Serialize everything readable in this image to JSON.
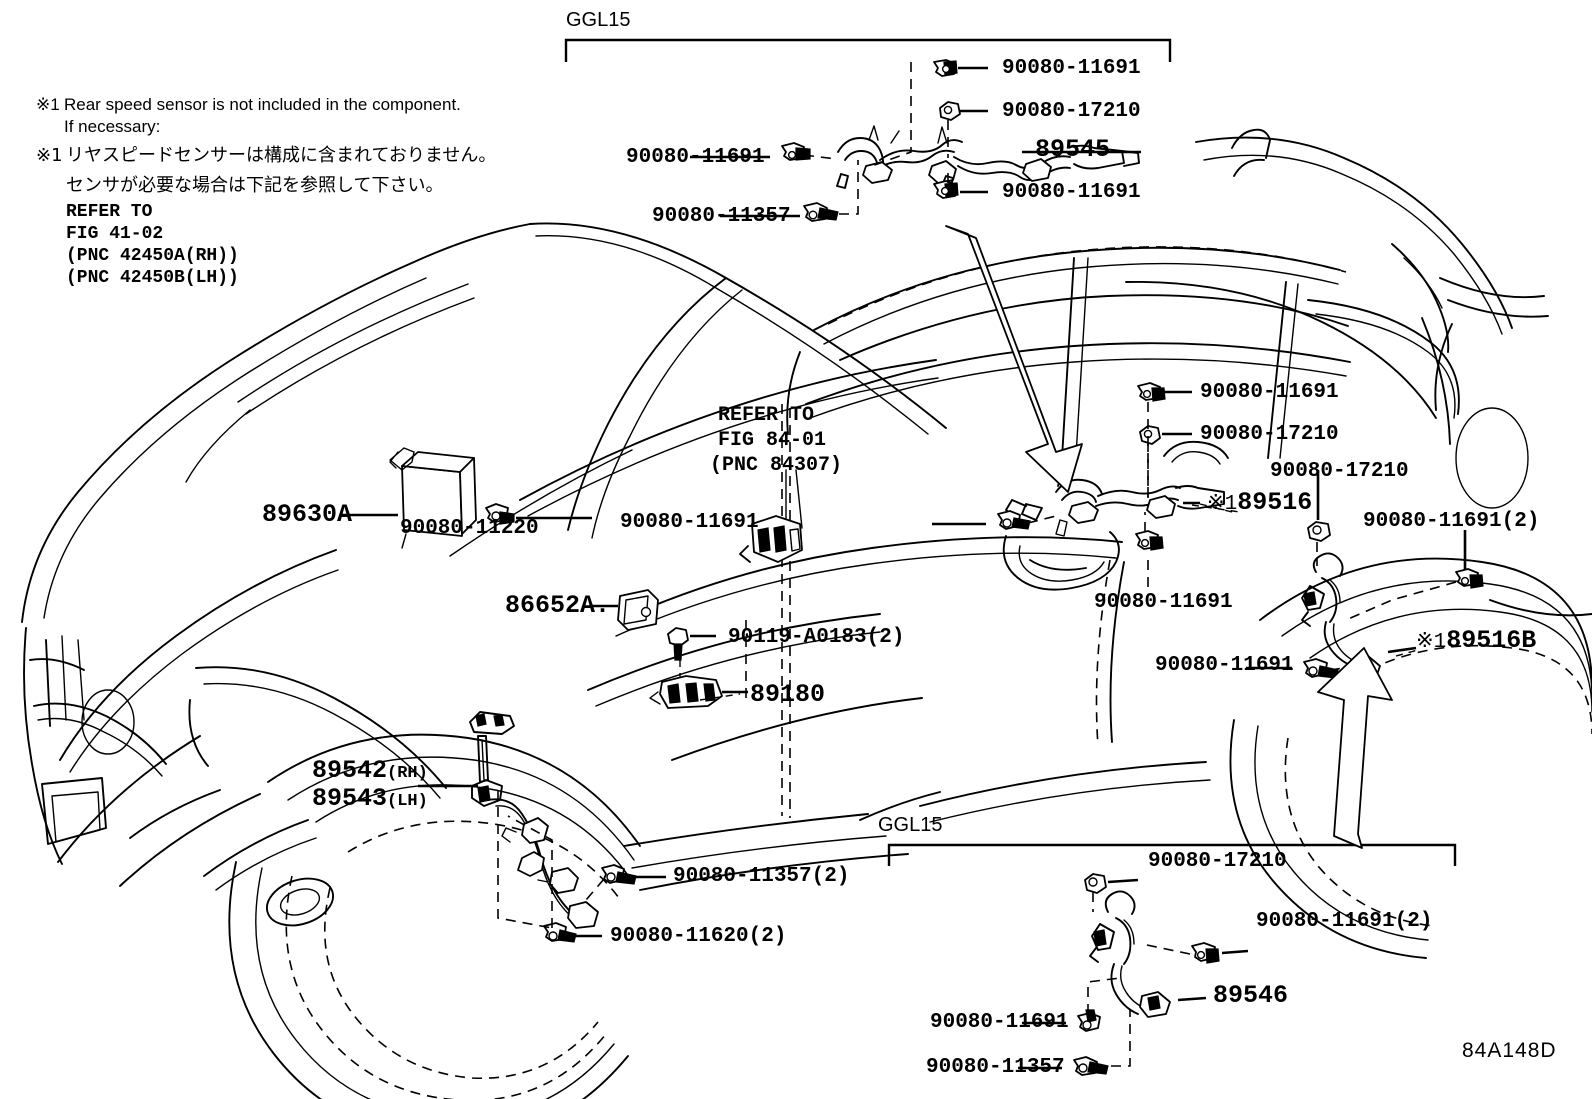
{
  "diagram": {
    "code": "84A148D",
    "title": "Rear speed sensor / wire harness parts diagram",
    "group_brackets": [
      {
        "label": "GGL15",
        "name": "ggl15-top"
      },
      {
        "label": "GGL15",
        "name": "ggl15-bottom"
      }
    ]
  },
  "notes": {
    "en_marker": "※1",
    "en_line1": "Rear speed sensor is not included in the component.",
    "en_line2": "If necessary:",
    "jp_marker": "※1",
    "jp_line1": "リヤスピードセンサーは構成に含まれておりません。",
    "jp_line2": "センサが必要な場合は下記を参照して下さい。",
    "ref_line1": "REFER TO",
    "ref_line2": "FIG 41-02",
    "ref_line3": "(PNC 42450A(RH))",
    "ref_line4": "(PNC 42450B(LH))"
  },
  "refer_block": {
    "line1": "REFER TO",
    "line2": "FIG 84-01",
    "line3": "(PNC 84307)"
  },
  "parts": {
    "top_group": [
      {
        "name": "part-90080-11691-top1",
        "text": "90080-11691"
      },
      {
        "name": "part-90080-17210-top",
        "text": "90080-17210"
      },
      {
        "name": "part-89545",
        "text": "89545"
      },
      {
        "name": "part-90080-11691-top2",
        "text": "90080-11691"
      },
      {
        "name": "part-90080-11691-top-left",
        "text": "90080-11691"
      },
      {
        "name": "part-90080-11357-top",
        "text": "90080-11357"
      }
    ],
    "front_group": [
      {
        "name": "part-89630a",
        "text": "89630A"
      },
      {
        "name": "part-90080-11220",
        "text": "90080-11220"
      },
      {
        "name": "part-86652a",
        "text": "86652A."
      },
      {
        "name": "part-90119-a0183",
        "text": "90119-A0183(2)"
      },
      {
        "name": "part-89180",
        "text": "89180"
      },
      {
        "name": "part-89542-rh",
        "text": "89542",
        "suffix": "(RH)"
      },
      {
        "name": "part-89543-lh",
        "text": "89543",
        "suffix": "(LH)"
      },
      {
        "name": "part-90080-11357-2",
        "text": "90080-11357(2)"
      },
      {
        "name": "part-90080-11620-2",
        "text": "90080-11620(2)"
      }
    ],
    "mid_group": [
      {
        "name": "part-90080-11691-mid1",
        "text": "90080-11691"
      },
      {
        "name": "part-90080-17210-mid1",
        "text": "90080-17210"
      },
      {
        "name": "part-90080-11691-mid-left",
        "text": "90080-11691"
      },
      {
        "name": "part-89516",
        "marker": "※1",
        "text": "89516"
      },
      {
        "name": "part-90080-11691-mid2",
        "text": "90080-11691"
      },
      {
        "name": "part-90080-17210-mid2",
        "text": "90080-17210"
      },
      {
        "name": "part-90080-11691-2-right",
        "text": "90080-11691(2)"
      },
      {
        "name": "part-89516b",
        "marker": "※1",
        "text": "89516B"
      },
      {
        "name": "part-90080-11691-mid3",
        "text": "90080-11691"
      }
    ],
    "bottom_group": [
      {
        "name": "part-90080-17210-bot",
        "text": "90080-17210"
      },
      {
        "name": "part-90080-11691-2-bot",
        "text": "90080-11691(2)"
      },
      {
        "name": "part-89546",
        "text": "89546"
      },
      {
        "name": "part-90080-11691-bot",
        "text": "90080-11691"
      },
      {
        "name": "part-90080-11357-bot",
        "text": "90080-11357"
      }
    ]
  },
  "colors": {
    "line": "#000000",
    "background": "#ffffff"
  }
}
